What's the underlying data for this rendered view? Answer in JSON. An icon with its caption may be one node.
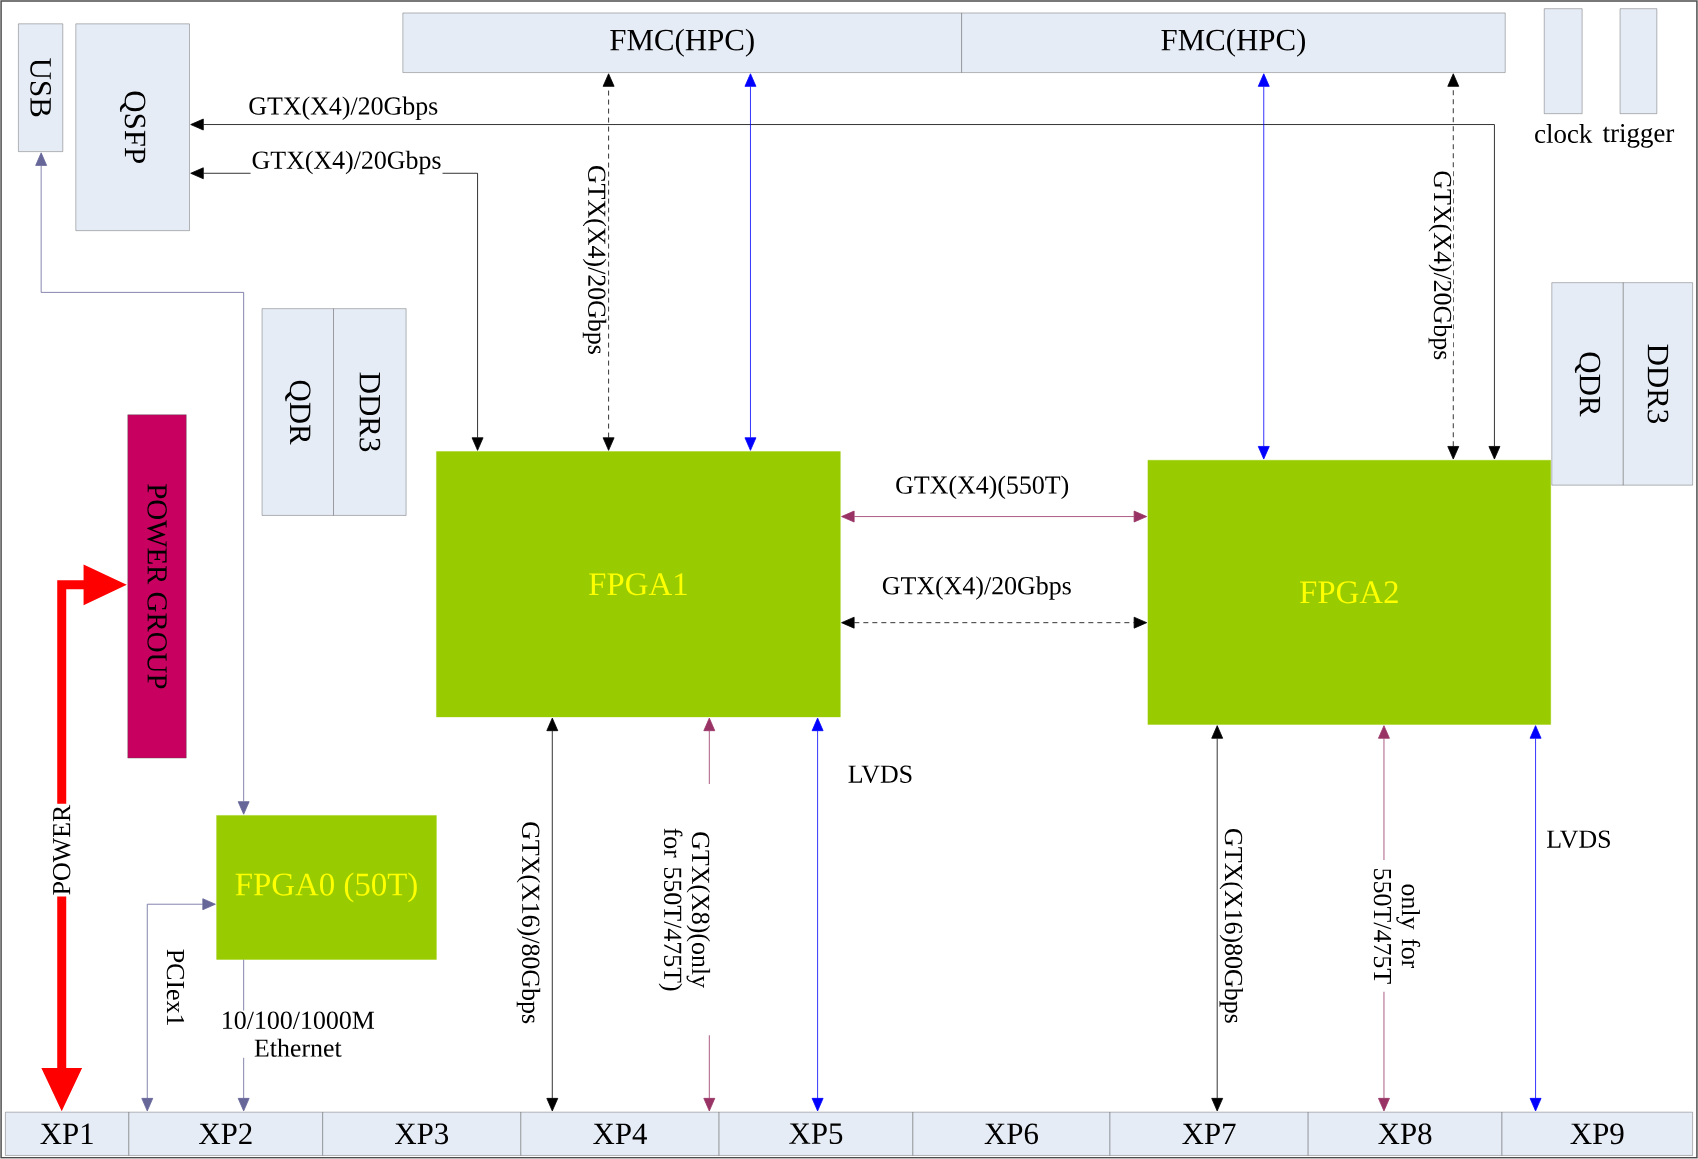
{
  "diagram": {
    "nodes": [
      {
        "text": [
          "FMC(HPC)"
        ]
      },
      {
        "text": [
          "FMC(HPC)"
        ]
      },
      {
        "text": [
          "clock"
        ]
      },
      {
        "text": [
          "trigger"
        ]
      },
      {
        "text": [
          "USB"
        ]
      },
      {
        "text": [
          "QSFP"
        ]
      },
      {
        "text": [
          "QDR"
        ]
      },
      {
        "text": [
          "DDR3"
        ]
      },
      {
        "text": [
          "POWER GROUP"
        ]
      },
      {
        "text": [
          "FPGA1"
        ]
      },
      {
        "text": [
          "FPGA2"
        ]
      },
      {
        "text": [
          "QDR"
        ]
      },
      {
        "text": [
          "DDR3"
        ]
      },
      {
        "text": [
          "FPGA0 (50T)"
        ]
      },
      {
        "text": [
          "XP1"
        ]
      },
      {
        "text": [
          "XP2"
        ]
      },
      {
        "text": [
          "XP3"
        ]
      },
      {
        "text": [
          "XP4"
        ]
      },
      {
        "text": [
          "XP5"
        ]
      },
      {
        "text": [
          "XP6"
        ]
      },
      {
        "text": [
          "XP7"
        ]
      },
      {
        "text": [
          "XP8"
        ]
      },
      {
        "text": [
          "XP9"
        ]
      }
    ],
    "edges": [
      {
        "from": 10,
        "to": 5,
        "arrow": "both",
        "label": "GTX(X4)/20Gbps"
      },
      {
        "from": 9,
        "to": 5,
        "arrow": "both",
        "label": "GTX(X4)/20Gbps"
      },
      {
        "from": 9,
        "to": 0,
        "arrow": "both",
        "label": "GTX(X4)/20Gbps",
        "style": "dashed"
      },
      {
        "from": 9,
        "to": 0,
        "arrow": "both",
        "color": "#0000ff"
      },
      {
        "from": 10,
        "to": 1,
        "arrow": "both",
        "color": "#0000ff"
      },
      {
        "from": 10,
        "to": 1,
        "arrow": "both",
        "label": "GTX(X4)/20Gbps",
        "style": "dashed"
      },
      {
        "from": 9,
        "to": 10,
        "arrow": "both",
        "label": "GTX(X4)(550T)",
        "color": "#993366"
      },
      {
        "from": 9,
        "to": 10,
        "arrow": "both",
        "label": "GTX(X4)/20Gbps",
        "style": "dashed"
      },
      {
        "from": 13,
        "to": 4,
        "arrow": "both",
        "color": "#666699"
      },
      {
        "from": 15,
        "to": 13,
        "arrow": "both",
        "label": "PCIex1",
        "color": "#666699"
      },
      {
        "from": 13,
        "to": 15,
        "arrow": "to",
        "label": "10/100/1000M Ethernet",
        "color": "#666699"
      },
      {
        "from": 14,
        "to": 8,
        "arrow": "both",
        "label": "POWER",
        "style": "thick",
        "color": "#ff0000"
      },
      {
        "from": 9,
        "to": 17,
        "arrow": "both",
        "label": "GTX(X16)/80Gbps"
      },
      {
        "from": 9,
        "to": 17,
        "arrow": "both",
        "label": "GTX(X8)(only for 550T/475T)",
        "color": "#993366"
      },
      {
        "from": 9,
        "to": 18,
        "arrow": "both",
        "label": "LVDS",
        "color": "#0000ff"
      },
      {
        "from": 10,
        "to": 20,
        "arrow": "both",
        "label": "GTX(X16)80Gbps"
      },
      {
        "from": 10,
        "to": 21,
        "arrow": "both",
        "label": "only for 550T/475T",
        "color": "#993366"
      },
      {
        "from": 10,
        "to": 22,
        "arrow": "both",
        "label": "LVDS",
        "color": "#0000ff"
      }
    ]
  }
}
